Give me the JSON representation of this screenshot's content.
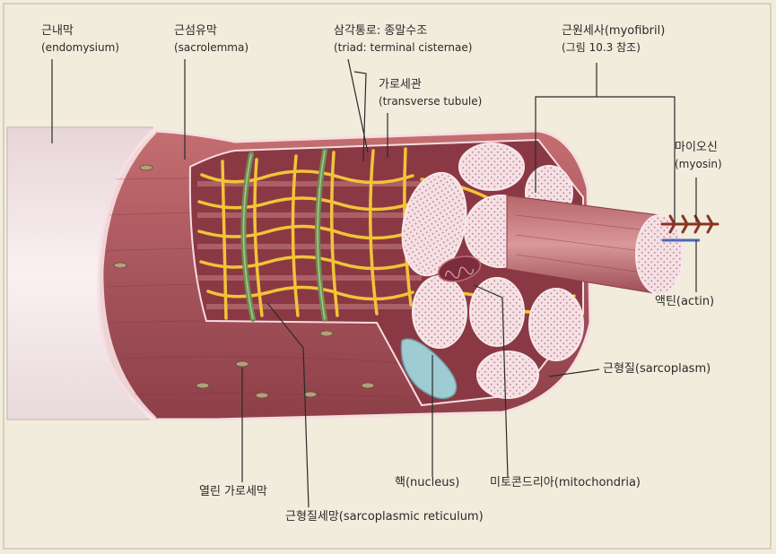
{
  "labels": {
    "endomysium": {
      "ko": "근내막",
      "en": "(endomysium)"
    },
    "sarcolemma": {
      "ko": "근섬유막",
      "en": "(sacrolemma)"
    },
    "triad": {
      "ko": "삼각통로: 종말수조",
      "en": "(triad: terminal cisternae)"
    },
    "transverse_tubule": {
      "ko": "가로세관",
      "en": "(transverse tubule)"
    },
    "myofibril": {
      "ko": "근원세사(myofibril)",
      "en": "(그림 10.3 참조)"
    },
    "myosin": {
      "ko": "마이오신",
      "en": "(myosin)"
    },
    "actin": "액틴(actin)",
    "sarcoplasm": "근형질(sarcoplasm)",
    "open_t_tubule": "열린 가로세막",
    "nucleus": "핵(nucleus)",
    "mitochondria": "미토콘드리아(mitochondria)",
    "sarcoplasmic_reticulum": "근형질세망(sarcoplasmic reticulum)"
  },
  "colors": {
    "background": "#f1ecdc",
    "endomysium": "#f4e7ea",
    "muscle": "#a8545a",
    "reticulum": "#f2c438",
    "myofibril": "#f3dde2",
    "nucleus": "#9fcbd2",
    "t_tubule": "#6c8f52"
  }
}
